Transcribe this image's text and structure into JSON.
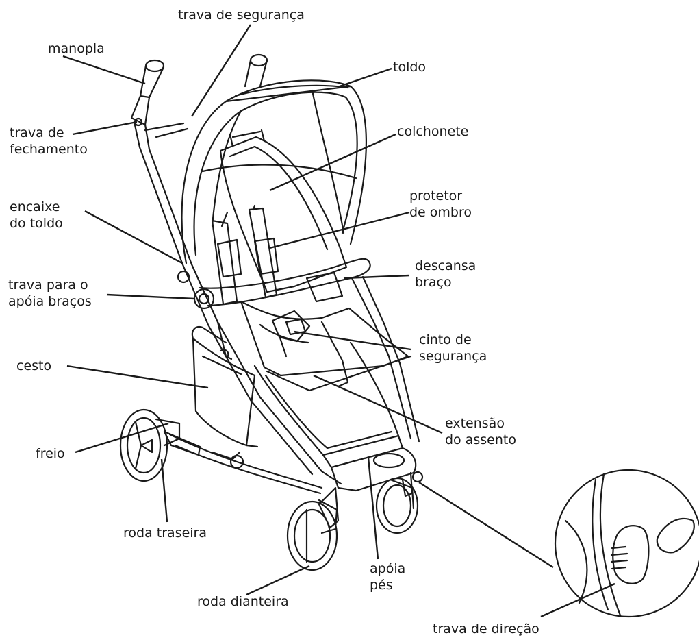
{
  "diagram": {
    "colors": {
      "ink": "#1a1a1a",
      "background": "#ffffff"
    },
    "labels": {
      "trava_seguranca": [
        "trava de segurança"
      ],
      "manopla": [
        "manopla"
      ],
      "toldo": [
        "toldo"
      ],
      "trava_fechamento": [
        "trava de",
        "fechamento"
      ],
      "colchonete": [
        "colchonete"
      ],
      "encaixe_toldo": [
        "encaixe",
        "do toldo"
      ],
      "protetor_ombro": [
        "protetor",
        "de ombro"
      ],
      "descansa_braco": [
        "descansa",
        "braço"
      ],
      "trava_apoia_bracos": [
        "trava para o",
        "apóia braços"
      ],
      "cinto_seguranca": [
        "cinto de",
        "segurança"
      ],
      "cesto": [
        "cesto"
      ],
      "extensao_assento": [
        "extensão",
        "do assento"
      ],
      "freio": [
        "freio"
      ],
      "roda_traseira": [
        "roda traseira"
      ],
      "apoia_pes": [
        "apóia",
        "pés"
      ],
      "roda_dianteira": [
        "roda dianteira"
      ],
      "trava_direcao": [
        "trava de direção"
      ]
    }
  }
}
